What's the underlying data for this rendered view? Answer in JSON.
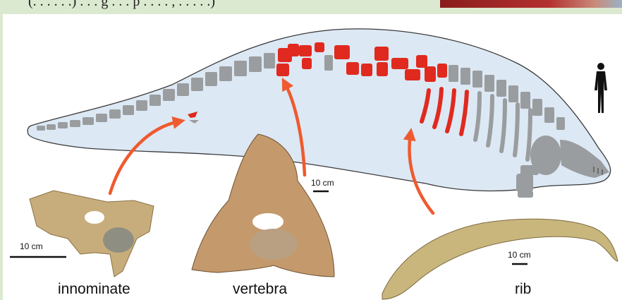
{
  "header": {
    "partial_text": "(. . . . . .)  . . . g . . . p . . . . ,  . . . . .)"
  },
  "figure": {
    "labels": {
      "innominate": "innominate",
      "vertebra": "vertebra",
      "rib": "rib"
    },
    "scale_bars": {
      "innominate": "10 cm",
      "vertebra": "10 cm",
      "rib": "10 cm"
    },
    "colors": {
      "body_outline_fill": "#dce8f4",
      "skeleton_gray": "#9a9d9f",
      "found_bones_red": "#e02a1f",
      "arrow_orange": "#ef5a2f",
      "bone_photo_tan": "#c8ad7c"
    },
    "icons": [
      "human-silhouette-icon"
    ]
  }
}
